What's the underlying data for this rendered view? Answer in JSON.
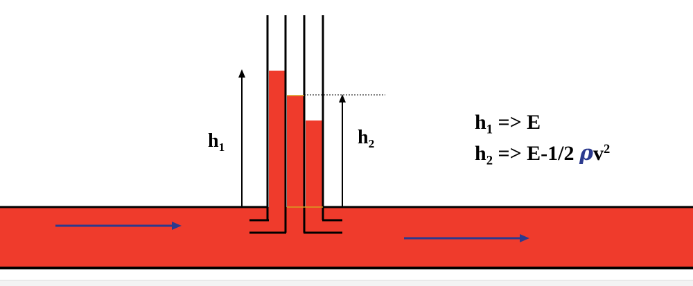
{
  "labels": {
    "h1_main": "h",
    "h1_sub": "1",
    "h2_main": "h",
    "h2_sub": "2"
  },
  "formulas": {
    "line1_h": "h",
    "line1_sub": "1",
    "line1_rhs": " => E",
    "line2_h": "h",
    "line2_sub": "2",
    "line2_rhs": " => E-1/2 ",
    "line2_rho": "ρ",
    "line2_v": "v",
    "line2_sup": "2"
  },
  "colors": {
    "fluid": "#ef3b2c",
    "flow_arrow": "#2b3a8e",
    "outline": "#000000"
  }
}
